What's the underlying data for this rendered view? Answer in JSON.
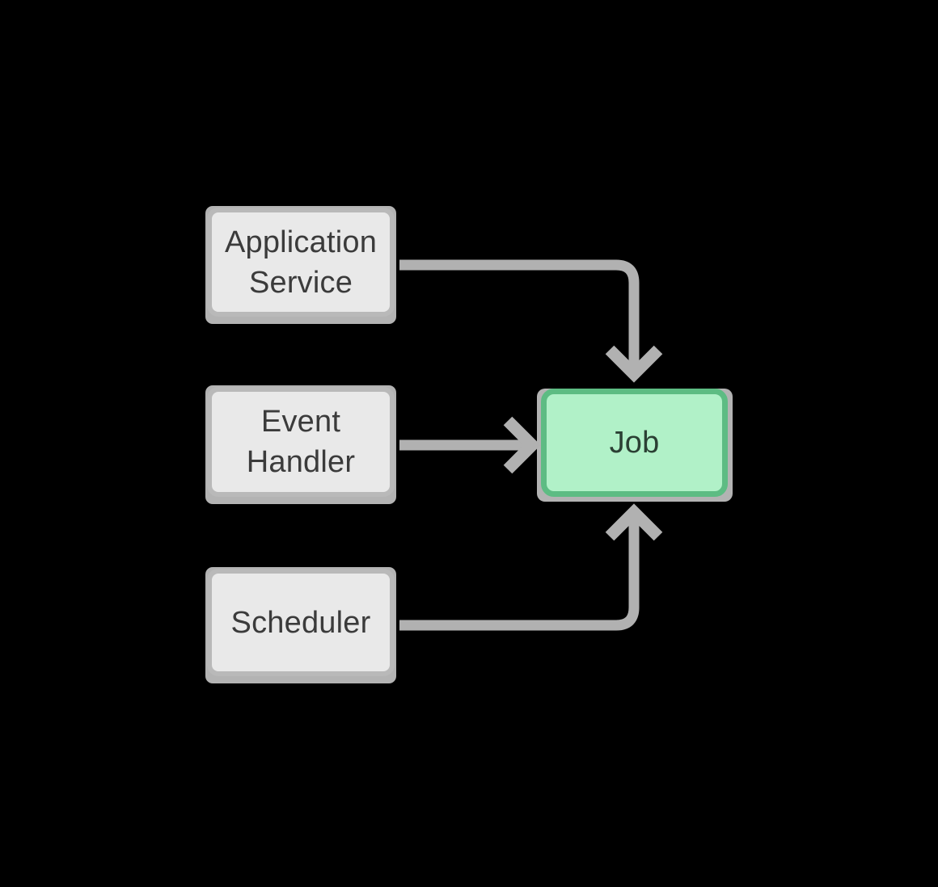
{
  "diagram": {
    "type": "flow-diagram",
    "background_color": "#000000",
    "nodes": {
      "application_service": {
        "label": "Application Service"
      },
      "event_handler": {
        "label": "Event Handler"
      },
      "scheduler": {
        "label": "Scheduler"
      },
      "job": {
        "label": "Job"
      }
    },
    "edges": [
      {
        "from": "Application Service",
        "to": "Job",
        "style": "rounded-elbow-arrow",
        "direction": "down"
      },
      {
        "from": "Event Handler",
        "to": "Job",
        "style": "straight-arrow",
        "direction": "right"
      },
      {
        "from": "Scheduler",
        "to": "Job",
        "style": "rounded-elbow-arrow",
        "direction": "up"
      }
    ],
    "colors": {
      "node_fill": "#e9e9e9",
      "node_border": "#b9b9b9",
      "node_text": "#3b3b3b",
      "job_fill": "#b1f1c8",
      "job_border": "#5dbc83",
      "job_text": "#2b4034",
      "arrow": "#b1b1b1",
      "shadow": "#b3b3b3"
    }
  }
}
